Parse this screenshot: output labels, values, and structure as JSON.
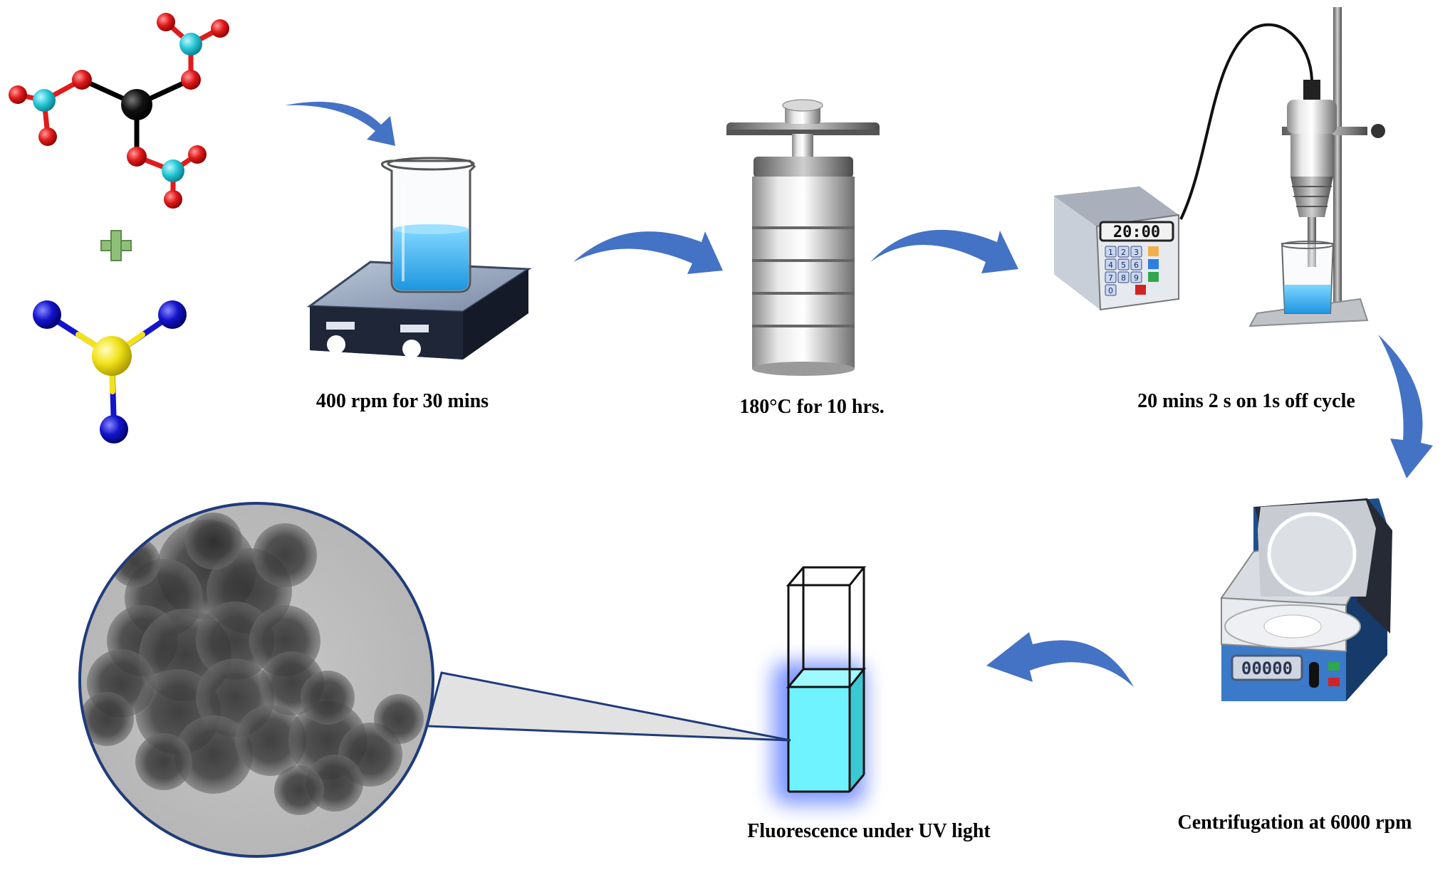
{
  "steps": [
    {
      "id": "stirring",
      "label": "400 rpm for 30 mins"
    },
    {
      "id": "autoclave",
      "label": "180°C for 10 hrs."
    },
    {
      "id": "sonication",
      "label": "20 mins 2 s on 1s off cycle"
    },
    {
      "id": "centrifugation",
      "label": "Centrifugation at 6000 rpm"
    },
    {
      "id": "fluorescence",
      "label": "Fluorescence under UV light"
    }
  ],
  "sonicator_display": "20:00",
  "centrifuge_display": "00000",
  "keypad": [
    "1",
    "2",
    "3",
    "4",
    "5",
    "6",
    "7",
    "8",
    "9",
    "0"
  ],
  "colors": {
    "arrow": "#4472c4",
    "oxygen": "#e01b1b",
    "nitrogen": "#29c8d8",
    "center_atom": "#000000",
    "sulfur": "#f2e21a",
    "blue_atom": "#1414cc",
    "liquid": "#29a8e8",
    "fluorescence": "#6ff4ff",
    "plus": "#8ec07a"
  }
}
